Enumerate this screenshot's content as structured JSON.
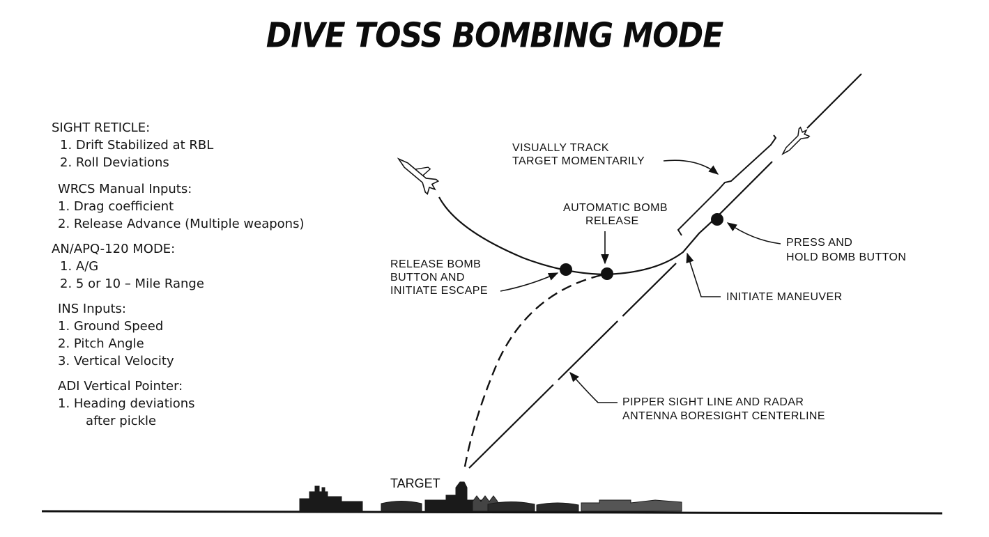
{
  "title": "DIVE TOSS BOMBING MODE",
  "notes": [
    {
      "heading": "SIGHT RETICLE:",
      "items": [
        "1.  Drift Stabilized at RBL",
        "2.  Roll Deviations"
      ]
    },
    {
      "heading": "WRCS Manual Inputs:",
      "items": [
        "1.  Drag coefficient",
        "2.  Release Advance (Multiple weapons)"
      ]
    },
    {
      "heading": "AN/APQ-120 MODE:",
      "items": [
        "1.  A/G",
        "2.  5 or 10 – Mile Range"
      ]
    },
    {
      "heading": "INS Inputs:",
      "items": [
        "1.  Ground Speed",
        "2.  Pitch Angle",
        "3.  Vertical Velocity"
      ]
    },
    {
      "heading": "ADI Vertical Pointer:",
      "items": [
        "1.  Heading deviations",
        "after pickle"
      ]
    }
  ],
  "callouts": {
    "visually_track": [
      "VISUALLY TRACK",
      "TARGET MOMENTARILY"
    ],
    "automatic_release": [
      "AUTOMATIC BOMB",
      "RELEASE"
    ],
    "release_button": [
      "RELEASE BOMB",
      "BUTTON AND",
      "INITIATE ESCAPE"
    ],
    "press_hold": [
      "PRESS AND",
      "HOLD BOMB BUTTON"
    ],
    "initiate_maneuver": "INITIATE MANEUVER",
    "sight_line": [
      "PIPPER SIGHT LINE AND RADAR",
      "ANTENNA BORESIGHT CENTERLINE"
    ],
    "target": "TARGET"
  },
  "colors": {
    "ink": "#111111",
    "background": "#ffffff"
  }
}
